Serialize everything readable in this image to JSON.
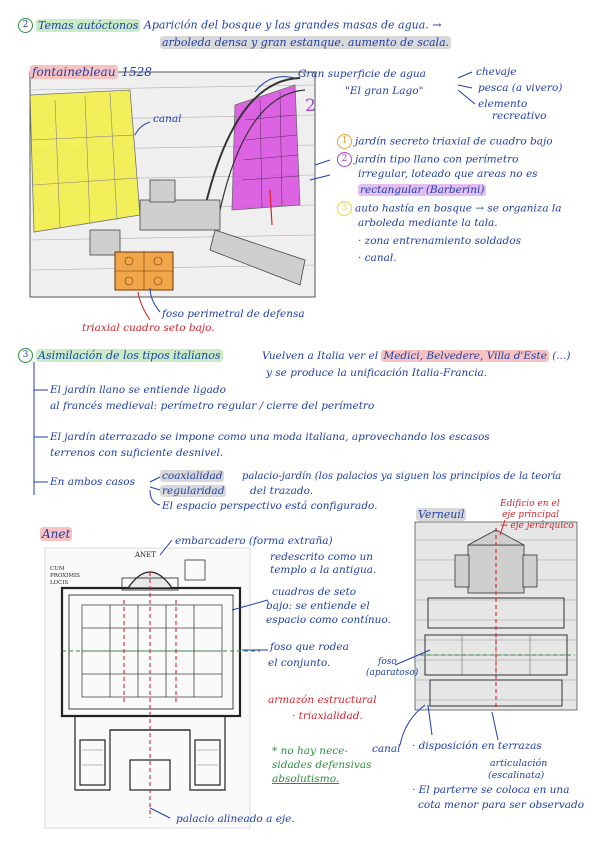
{
  "section2": {
    "number": "2",
    "title": "Temas autóctonos",
    "line1": "Aparición del bosque y las grandes masas de agua. →",
    "line2": "arboleda densa y gran estanque. aumento de scala."
  },
  "fontainebleau": {
    "label": "fontainebleau",
    "year": "1528",
    "canal": "canal",
    "gran_superficie": "Gran superficie de agua",
    "el_gran_lago": "\"El gran Lago\"",
    "chevaje": "chevaje",
    "pesca": "pesca (a vivero)",
    "elemento": "elemento",
    "recreativo": "recreativo",
    "number_2": "2",
    "item1": "jardín secreto triaxial de cuadro bajo",
    "item2a": "jardín tipo llano con perímetro",
    "item2b": "irregular, loteado que areas no es",
    "item2c": "rectangular (Barberini)",
    "item3a": "auto hastía en bosque → se organiza la",
    "item3b": "arboleda mediante la tala.",
    "item4": "· zona entrenamiento soldados",
    "item5": "· canal.",
    "foso": "foso perimetral de defensa",
    "triaxial": "triaxial cuadro seto bajo."
  },
  "section3": {
    "number": "3",
    "title": "Asimilación de los tipos italianos",
    "vuelven": "Vuelven a Italia ver el",
    "places": "Medici, Belvedere, Villa d'Este",
    "etc": "(...)",
    "unificacion": "y se produce la unificación Italia-Francia.",
    "llano1": "El jardín llano se entiende ligado",
    "llano2": "al francés medieval: perímetro regular / cierre del perímetro",
    "aterr1": "El jardín aterrazado se impone como una moda italiana, aprovechando los escasos",
    "aterr2": "terrenos con suficiente desnivel.",
    "ambos": "En ambos casos",
    "coaxialidad": "coaxialidad",
    "regularidad": "regularidad",
    "palacio_jardin": "palacio-jardín (los palacios ya siguen los principios de la teoría",
    "trazado": "del trazado.",
    "espacio": "El espacio perspectivo está configurado."
  },
  "anet": {
    "label": "Anet",
    "embarcadero": "embarcadero (forma extraña)",
    "redescrito1": "redescrito como un",
    "redescrito2": "templo a la antigua.",
    "cuadros1": "cuadros de seto",
    "cuadros2": "bajo: se entiende el",
    "cuadros3": "espacio como contínuo.",
    "foso1": "foso que rodea",
    "foso2": "el conjunto.",
    "armazon": "armazón estructural",
    "triaxialidad": "· triaxialidad.",
    "no_hay1": "* no hay nece-",
    "no_hay2": "sidades defensivas",
    "no_hay3": "absolutismo.",
    "palacio_alineado": "palacio alineado a eje.",
    "plan_title": "ANET",
    "plan_caption": "CUM PROXIMIS LOCIS"
  },
  "verneuil": {
    "label": "Verneuil",
    "edificio1": "Edificio en el",
    "edificio2": "eje principal",
    "edificio3": "→ eje jerárquico",
    "foso1": "foso",
    "foso2": "(aparatoso)",
    "canal": "canal",
    "disposicion": "· disposición en terrazas",
    "articulacion1": "articulación",
    "articulacion2": "(escalinata)",
    "parterre1": "· El parterre se coloca en una",
    "parterre2": "cota menor para ser observado"
  }
}
